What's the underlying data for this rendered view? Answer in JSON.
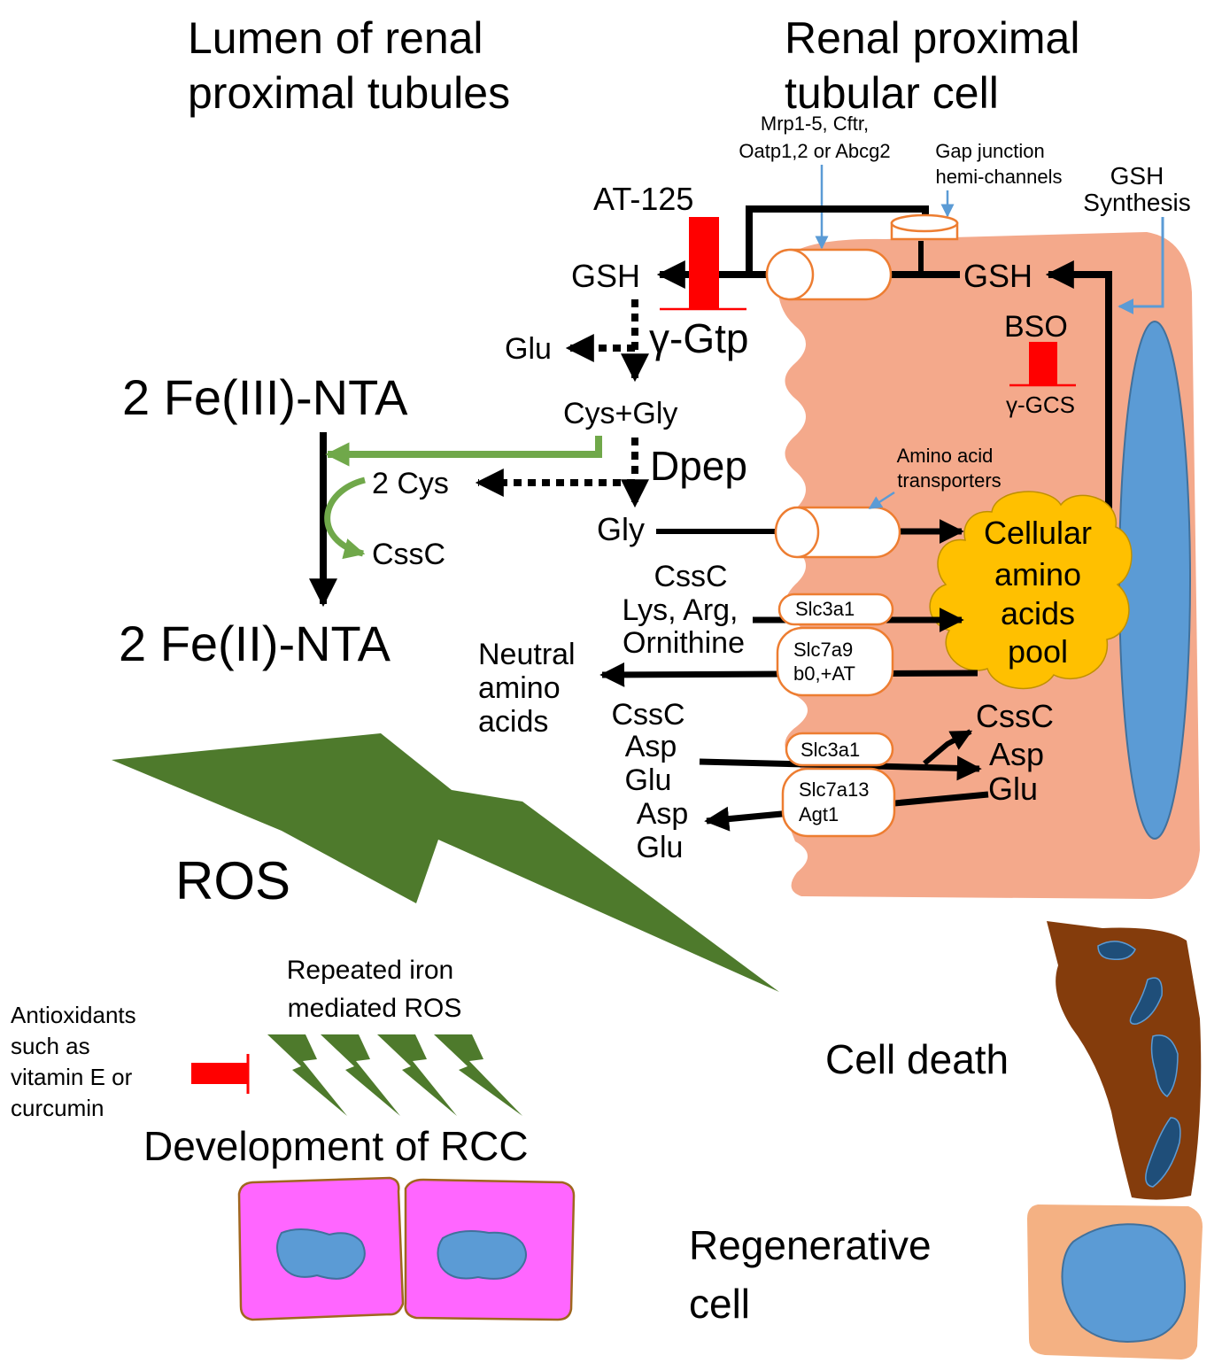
{
  "regions": {
    "lumen": [
      "Lumen of renal",
      "proximal tubules"
    ],
    "cell": [
      "Renal proximal",
      "tubular cell"
    ]
  },
  "transporters": {
    "efflux": [
      "Mrp1-5, Cftr,",
      "Oatp1,2 or Abcg2"
    ],
    "gap_junction": [
      "Gap junction",
      "hemi-channels"
    ],
    "amino_acid": [
      "Amino acid",
      "transporters"
    ],
    "slc3a1_top": "Slc3a1",
    "slc7a9": [
      "Slc7a9",
      "b0,+AT"
    ],
    "slc3a1_bottom": "Slc3a1",
    "slc7a13": [
      "Slc7a13",
      "Agt1"
    ]
  },
  "synthesis": [
    "GSH",
    "Synthesis"
  ],
  "inhibitors": {
    "at125": "AT-125",
    "bso": "BSO",
    "antioxidants": [
      "Antioxidants",
      "such as",
      "vitamin E or",
      "curcumin"
    ]
  },
  "enzymes": {
    "ggtp": "γ-Gtp",
    "gcs": "γ-GCS",
    "dpep": "Dpep"
  },
  "metabolites": {
    "gsh_lumen": "GSH",
    "gsh_cell": "GSH",
    "glu": "Glu",
    "cys_gly": "Cys+Gly",
    "two_cys": "2 Cys",
    "cssc": "CssC",
    "gly": "Gly",
    "uptake_basic": [
      "CssC",
      "Lys, Arg,",
      "Ornithine"
    ],
    "neutral": [
      "Neutral",
      "amino",
      "acids"
    ],
    "uptake_acidic": [
      "CssC",
      "Asp",
      "Glu"
    ],
    "cell_acidic": [
      "CssC",
      "Asp",
      "Glu"
    ],
    "efflux_acidic": [
      "Asp",
      "Glu"
    ]
  },
  "pool": [
    "Cellular",
    "amino",
    "acids",
    "pool"
  ],
  "iron": {
    "fe3": "2 Fe(III)-NTA",
    "fe2": "2 Fe(II)-NTA"
  },
  "ros": "ROS",
  "repeated": [
    "Repeated iron",
    "mediated ROS"
  ],
  "rcc": "Development of RCC",
  "cell_death": "Cell death",
  "regenerative": [
    "Regenerative",
    "cell"
  ],
  "colors": {
    "cell_fill": "#f4a98b",
    "nucleus": "#5b9bd5",
    "ros_green": "#4e7a2c",
    "arrow_green": "#70a84a",
    "inhibitor_red": "#ff0000",
    "pool_yellow": "#ffc000",
    "dead_cell": "#843c0c",
    "rcc_magenta": "#ff66ff",
    "regen_cell": "#f4b183",
    "transporter_outline": "#ed7d31"
  }
}
